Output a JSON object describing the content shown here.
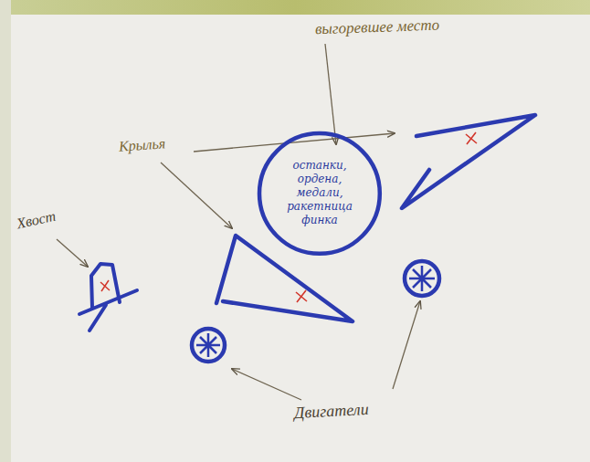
{
  "diagram": {
    "nodes": [
      {
        "text": [
          "останки, ордена, медали, ракетница финка"
        ]
      }
    ],
    "labels": [
      "выгоревшее место",
      "Крылья",
      "Хвост",
      "Двигатели"
    ]
  }
}
